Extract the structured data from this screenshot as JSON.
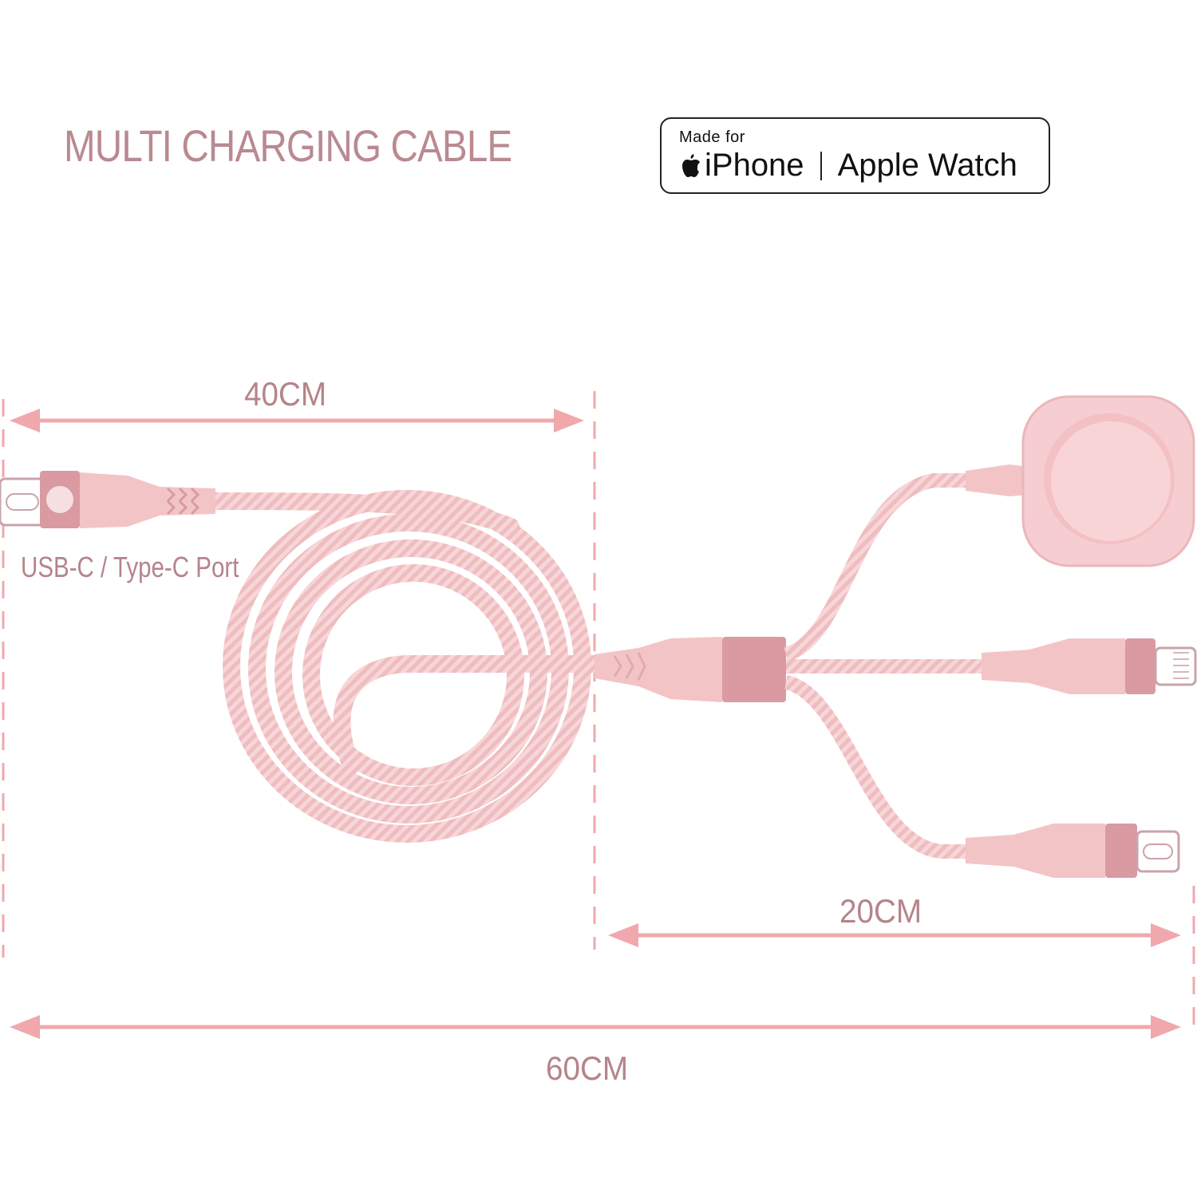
{
  "title": "MULTI CHARGING CABLE",
  "badge": {
    "made_for": "Made for",
    "iphone": "iPhone",
    "apple_watch": "Apple Watch"
  },
  "dimensions": {
    "main": "40CM",
    "branch": "20CM",
    "total": "60CM"
  },
  "port_label": "USB-C / Type-C Port",
  "colors": {
    "accent": "#f0a8ac",
    "text": "#b58489",
    "cable": "#efbcc0",
    "connector": "#f3c4c6",
    "metal": "#d99aa2"
  }
}
